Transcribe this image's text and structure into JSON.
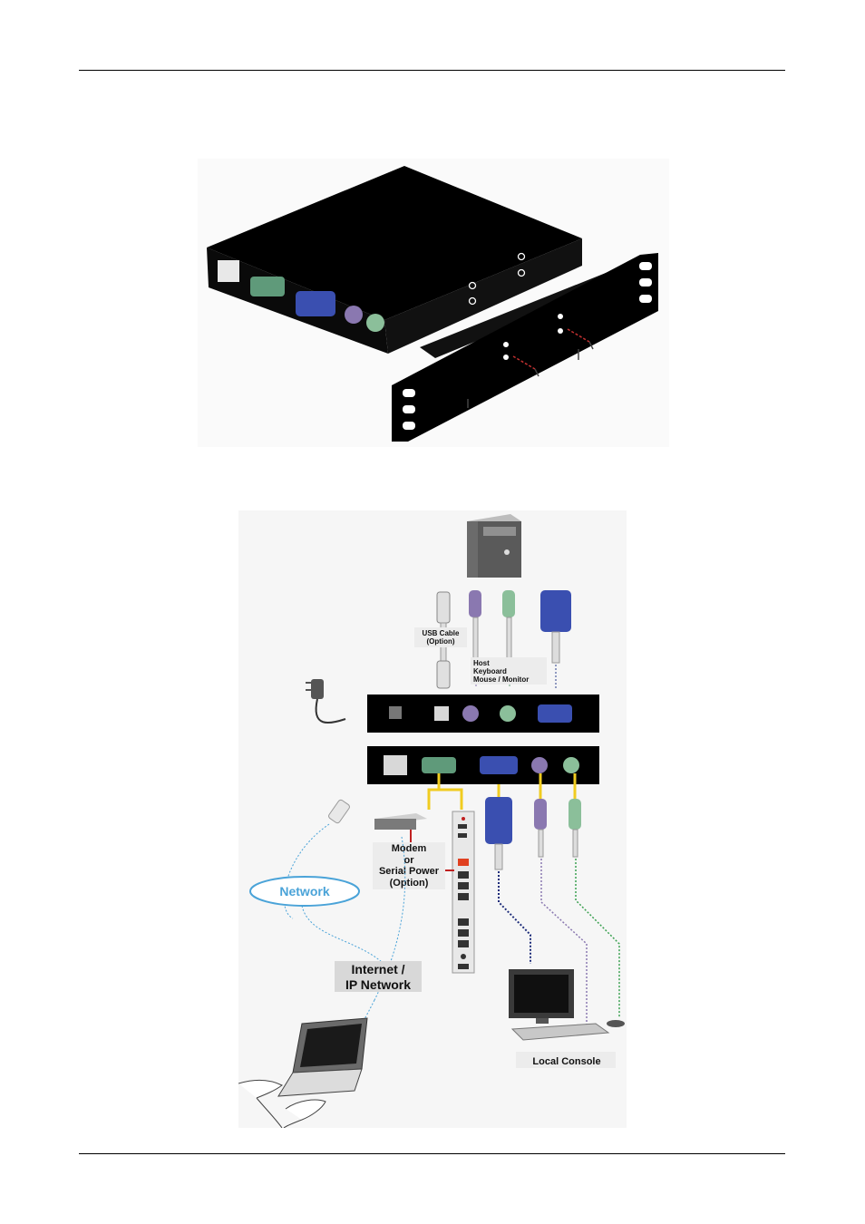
{
  "figure2": {
    "usb_cable_line1": "USB Cable",
    "usb_cable_line2": "(Option)",
    "host_line1": "Host",
    "host_line2": "Keyboard",
    "host_line3": "Mouse / Monitor",
    "modem_line1": "Modem",
    "modem_line2": "or",
    "modem_line3": "Serial Power",
    "modem_line4": "(Option)",
    "network_label": "Network",
    "internet_line1": "Internet /",
    "internet_line2": "IP Network",
    "local_console_label": "Local Console"
  },
  "colors": {
    "device_body": "#000000",
    "serial_port": "#5f9a7a",
    "vga_port": "#3a4fb0",
    "ps2_keyboard": "#8a78b0",
    "ps2_mouse": "#8bbf9a",
    "cable_yellow": "#f0cc20",
    "network_blue": "#4aa3d8"
  }
}
